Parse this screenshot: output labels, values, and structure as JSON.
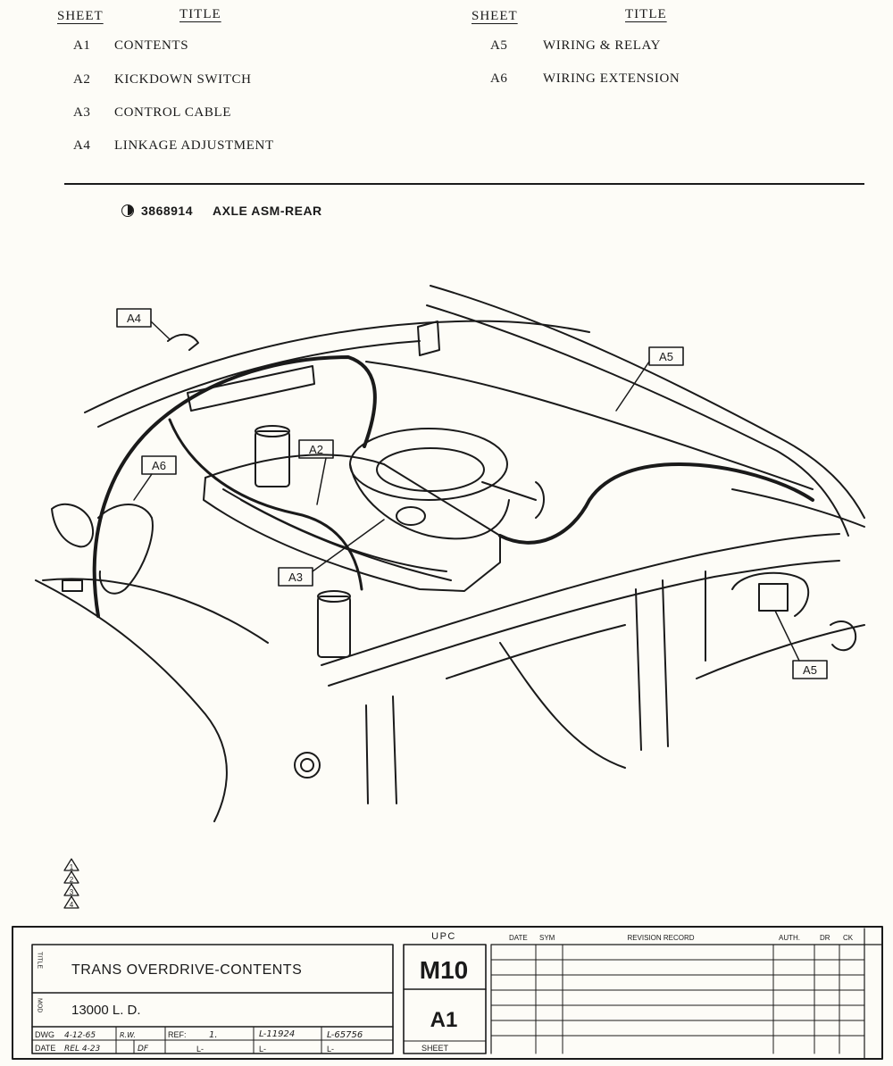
{
  "contents": {
    "header_sheet": "SHEET",
    "header_title": "TITLE",
    "left": [
      {
        "sheet": "A1",
        "title": "CONTENTS"
      },
      {
        "sheet": "A2",
        "title": "KICKDOWN SWITCH"
      },
      {
        "sheet": "A3",
        "title": "CONTROL CABLE"
      },
      {
        "sheet": "A4",
        "title": "LINKAGE ADJUSTMENT"
      }
    ],
    "right": [
      {
        "sheet": "A5",
        "title": "WIRING & RELAY"
      },
      {
        "sheet": "A6",
        "title": "WIRING EXTENSION"
      }
    ]
  },
  "part": {
    "number": "3868914",
    "name": "AXLE ASM-REAR"
  },
  "callouts": {
    "a4": "A4",
    "a5_top": "A5",
    "a2": "A2",
    "a6": "A6",
    "a3": "A3",
    "a5_bottom": "A5"
  },
  "revision_marks": [
    "1",
    "2",
    "3",
    "4"
  ],
  "title_block": {
    "title_label": "TITLE",
    "title": "TRANS OVERDRIVE-CONTENTS",
    "mod_label": "MOD",
    "mod": "13000 L. D.",
    "upc_label": "UPC",
    "upc": "M10",
    "sheet_code": "A1",
    "sheet_label": "SHEET",
    "dwg_label": "DWG",
    "dwg_date": "4-12-65",
    "dwg_initials": "R.W.",
    "date_label": "DATE",
    "rel_date": "REL 4-23",
    "rel_initials": "DF",
    "ref_label": "REF:",
    "ref_value": "1.",
    "l1": "L-11924",
    "l2": "L-65756",
    "l_blank": "L-",
    "rev_headers": {
      "date": "DATE",
      "sym": "SYM",
      "record": "REVISION RECORD",
      "auth": "AUTH.",
      "dr": "DR",
      "ck": "CK"
    }
  }
}
